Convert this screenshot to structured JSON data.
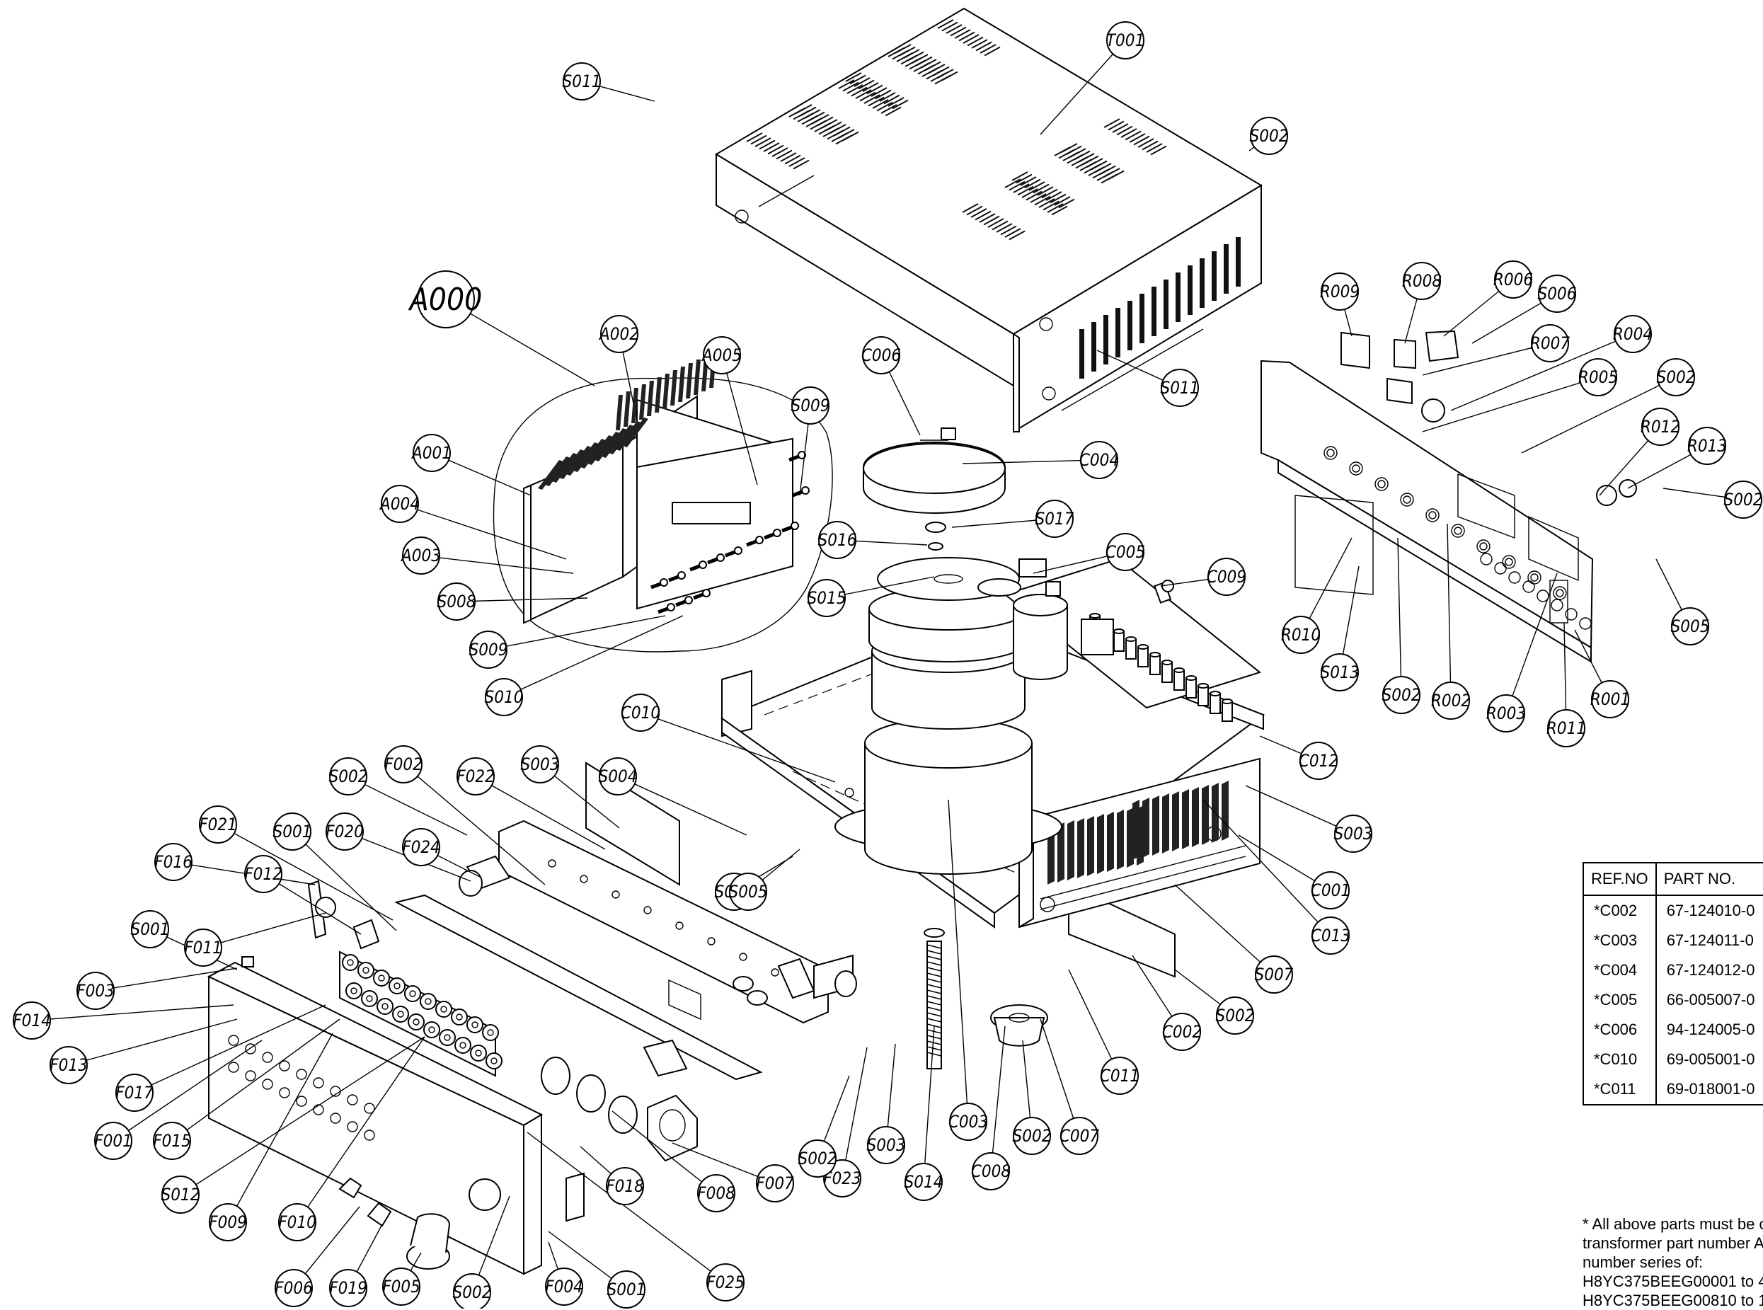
{
  "callouts": {
    "A000": "A000",
    "A001": "A001",
    "A002": "A002",
    "A003": "A003",
    "A004": "A004",
    "A005": "A005",
    "C001": "C001",
    "C002": "C002",
    "C003": "C003",
    "C004": "C004",
    "C005": "C005",
    "C006": "C006",
    "C007": "C007",
    "C008": "C008",
    "C009": "C009",
    "C010": "C010",
    "C011": "C011",
    "C012": "C012",
    "C013": "C013",
    "F001": "F001",
    "F002": "F002",
    "F003": "F003",
    "F004": "F004",
    "F005": "F005",
    "F006": "F006",
    "F007": "F007",
    "F008": "F008",
    "F009": "F009",
    "F010": "F010",
    "F011": "F011",
    "F012": "F012",
    "F013": "F013",
    "F014": "F014",
    "F015": "F015",
    "F016": "F016",
    "F017": "F017",
    "F018": "F018",
    "F019": "F019",
    "F020": "F020",
    "F021": "F021",
    "F022": "F022",
    "F023": "F023",
    "F024": "F024",
    "F025": "F025",
    "R001": "R001",
    "R002": "R002",
    "R003": "R003",
    "R004": "R004",
    "R005": "R005",
    "R006": "R006",
    "R007": "R007",
    "R008": "R008",
    "R009": "R009",
    "R010": "R010",
    "R011": "R011",
    "R012": "R012",
    "R013": "R013",
    "S001": "S001",
    "S002": "S002",
    "S003": "S003",
    "S004": "S004",
    "S005": "S005",
    "S006": "S006",
    "S007": "S007",
    "S008": "S008",
    "S009": "S009",
    "S010": "S010",
    "S011": "S011",
    "S012": "S012",
    "S013": "S013",
    "S014": "S014",
    "S015": "S015",
    "S016": "S016",
    "S017": "S017",
    "T001": "T001"
  },
  "parts_table": {
    "headers": [
      "REF.NO",
      "PART NO."
    ],
    "rows": [
      [
        "*C002",
        "67-124010-0"
      ],
      [
        "*C003",
        "67-124011-0"
      ],
      [
        "*C004",
        "67-124012-0"
      ],
      [
        "*C005",
        "66-005007-0"
      ],
      [
        "*C006",
        "94-124005-0"
      ],
      [
        "*C010",
        "69-005001-0"
      ],
      [
        "*C011",
        "69-018001-0"
      ]
    ]
  },
  "note_lines": [
    "* All above parts must be c",
    "transformer part number A",
    "number series of:",
    "H8YC375BEEG00001 to 4",
    "H8YC375BEEG00810 to 1"
  ]
}
